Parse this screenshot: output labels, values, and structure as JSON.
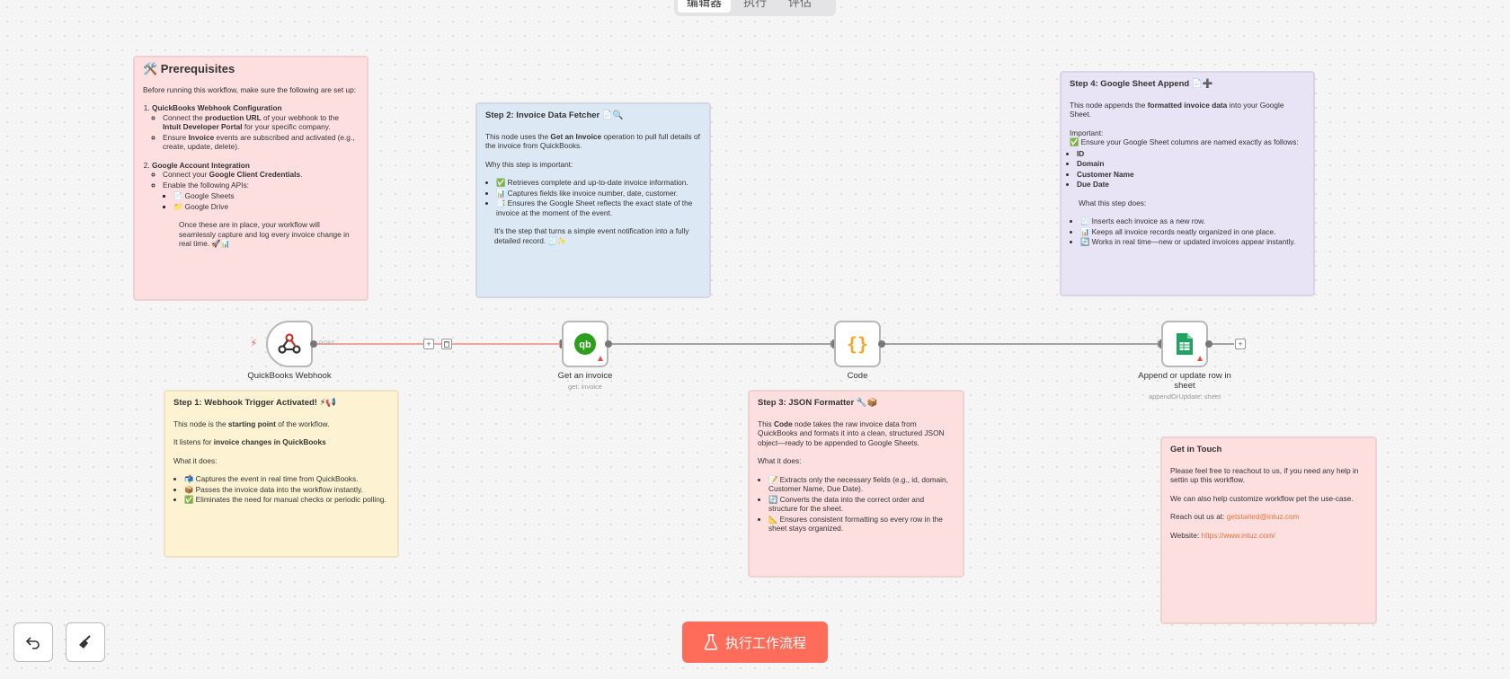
{
  "tabs": [
    "编辑器",
    "执行",
    "评估"
  ],
  "run_button": {
    "label": "执行工作流程",
    "icon": "flask-icon"
  },
  "prereq": {
    "title": "🛠️ Prerequisites",
    "intro": "Before running this workflow, make sure the following are set up:",
    "item1_title": "QuickBooks Webhook Configuration",
    "item1_a1": "Connect the ",
    "item1_a_b1": "production URL",
    "item1_a2": " of your webhook to the ",
    "item1_a_b2": "Intuit Developer Portal",
    "item1_a3": " for your specific company.",
    "item1_b1": "Ensure ",
    "item1_b_b1": "Invoice",
    "item1_b2": " events are subscribed and activated (e.g., create, update, delete).",
    "item2_title": "Google Account Integration",
    "item2_a1": "Connect your ",
    "item2_a_b1": "Google Client Credentials",
    "item2_a2": ".",
    "item2_b": "Enable the following APIs:",
    "api1": "📄 Google Sheets",
    "api2": "📁 Google Drive",
    "outro": "Once these are in place, your workflow will seamlessly capture and log every invoice change in real time. 🚀📊"
  },
  "step1": {
    "title": "Step 1: Webhook Trigger Activated! ⚡📢",
    "p1a": "This node is the ",
    "p1b": "starting point",
    "p1c": " of the workflow.",
    "p2a": "It listens for ",
    "p2b": "invoice changes in QuickBooks",
    "p3": "What it does:",
    "items": [
      "📬 Captures the event in real time from QuickBooks.",
      "📦 Passes the invoice data into the workflow instantly.",
      "✅ Eliminates the need for manual checks or periodic polling."
    ]
  },
  "step2": {
    "title": "Step 2: Invoice Data Fetcher 📄🔍",
    "p1a": "This node uses the ",
    "p1b": "Get an Invoice",
    "p1c": " operation to pull full details of the invoice from QuickBooks.",
    "p2": "Why this step is important:",
    "items": [
      "✅ Retrieves complete and up-to-date invoice information.",
      "📊 Captures fields like invoice number, date, customer.",
      "📑 Ensures the Google Sheet reflects the exact state of the invoice at the moment of the event."
    ],
    "p3": "It's the step that turns a simple event notification into a fully detailed record. 🧾✨"
  },
  "step3": {
    "title": "Step 3: JSON Formatter 🔧📦",
    "p1a": "This ",
    "p1b": "Code",
    "p1c": " node takes the raw invoice data from QuickBooks and formats it into a clean, structured JSON object—ready to be appended to Google Sheets.",
    "p2": "What it does:",
    "items": [
      "📝 Extracts only the necessary fields (e.g., id, domain, Customer Name, Due Date).",
      "🔄 Converts the data into the correct order and structure for the sheet.",
      "📐 Ensures consistent formatting so every row in the sheet stays organized."
    ]
  },
  "step4": {
    "title": "Step 4: Google Sheet Append 📄➕",
    "p1a": "This node appends the ",
    "p1b": "formatted invoice data",
    "p1c": " into your Google Sheet.",
    "important": "Important:",
    "ensure": "✅ Ensure your Google Sheet columns are named exactly as follows:",
    "columns": [
      "ID",
      "Domain",
      "Customer Name",
      "Due Date"
    ],
    "p2": "What this step does:",
    "items": [
      "🧾 Inserts each invoice as a new row.",
      "📊 Keeps all invoice records neatly organized in one place.",
      "🔄 Works in real time—new or updated invoices appear instantly."
    ]
  },
  "contact": {
    "title": "Get in Touch",
    "p1": "Please feel free to reachout to us, if you need any help in settin up this workflow.",
    "p2": "We can also help customize workflow pet the use-case.",
    "p3": "Reach out us at: ",
    "email": "getstarted@intuz.com",
    "p4": "Website: ",
    "website": "https://www.intuz.com/"
  },
  "nodes": {
    "webhook": {
      "label": "QuickBooks Webhook",
      "method": "POST"
    },
    "invoice": {
      "label": "Get an invoice",
      "sub": "get: invoice"
    },
    "code": {
      "label": "Code"
    },
    "sheet": {
      "label": "Append or update row in sheet",
      "sub": "appendOrUpdate: sheet"
    }
  },
  "colors": {
    "accent": "#ff6d5a",
    "pink_note": "#fddfe0",
    "blue_note": "#dde8f5",
    "yellow_note": "#fdf3d2",
    "purple_note": "#e8e3f5",
    "quickbooks_green": "#2ca01c",
    "sheets_green": "#1ea362",
    "code_orange": "#f5a623"
  }
}
